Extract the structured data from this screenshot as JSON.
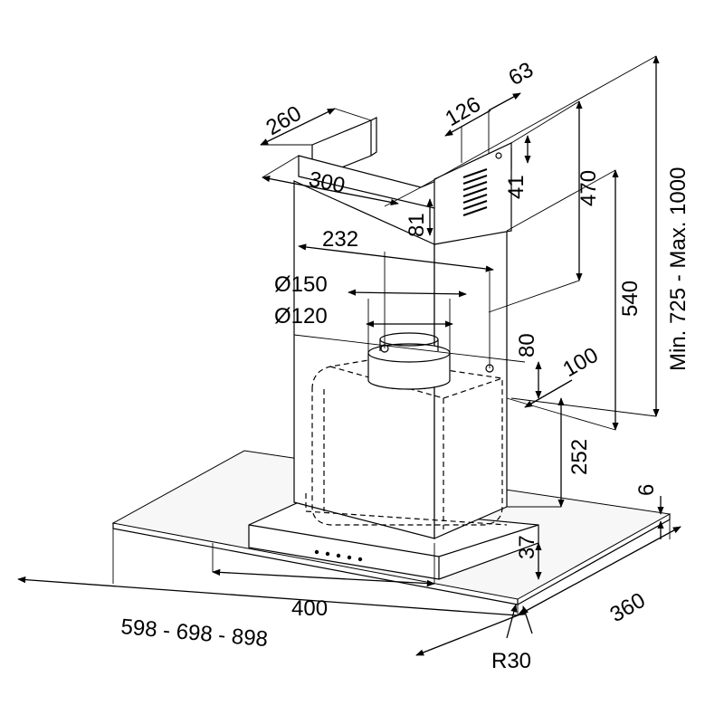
{
  "drawing": {
    "dims": {
      "chimney_depth": "260",
      "chimney_width": "300",
      "bracket_126": "126",
      "bracket_63": "63",
      "bracket_41": "41",
      "bracket_81": "81",
      "outlet_offset": "232",
      "outlet_d150": "Ø150",
      "outlet_d120": "Ø120",
      "height_470": "470",
      "height_540": "540",
      "height_range": "Min. 725 - Max. 1000",
      "offset_80": "80",
      "offset_100": "100",
      "height_252": "252",
      "glass_6": "6",
      "panel_37": "37",
      "depth_360": "360",
      "motor_400": "400",
      "width_range": "598 - 698 - 898",
      "radius": "R30"
    }
  }
}
